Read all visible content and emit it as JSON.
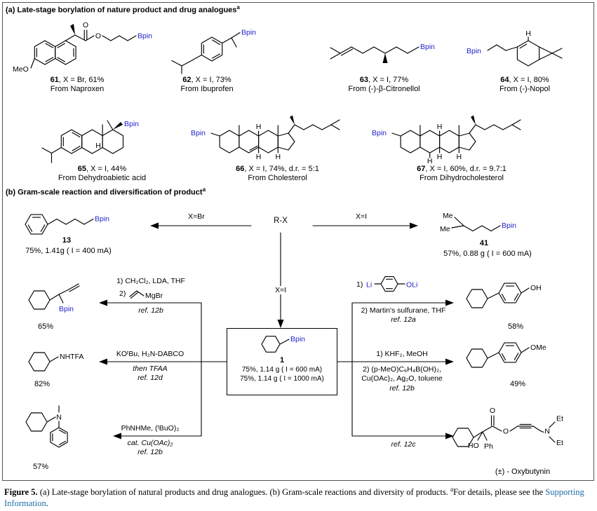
{
  "colors": {
    "bpin_blue": "#2222cc",
    "link_blue": "#1e6fa8"
  },
  "atoms": {
    "bpin": "Bpin",
    "meo": "MeO",
    "o": "O",
    "h": "H",
    "me": "Me",
    "n": "N",
    "et": "Et",
    "ph": "Ph",
    "ho": "HO",
    "oh": "OH",
    "ome": "OMe",
    "nhtfa": "NHTFA",
    "li": "Li",
    "oli": "OLi",
    "mgbr": "MgBr"
  },
  "panel_a": {
    "header": "(a) Late-stage borylation of nature product and drug analogues",
    "header_sup": "a",
    "compounds": [
      {
        "num": "61",
        "rest": ", X = Br, 61%",
        "source": "From Naproxen"
      },
      {
        "num": "62",
        "rest": ", X = I, 73%",
        "source": "From Ibuprofen"
      },
      {
        "num": "63",
        "rest": ", X = I, 77%",
        "source": "From (-)-β-Citronellol"
      },
      {
        "num": "64",
        "rest": ", X = I, 80%",
        "source": "From (-)-Nopol"
      },
      {
        "num": "65",
        "rest": ", X = I, 44%",
        "source": "From Dehydroabietic acid"
      },
      {
        "num": "66",
        "rest": ", X = I, 74%, d.r. = 5:1",
        "source": "From Cholesterol"
      },
      {
        "num": "67",
        "rest": ", X = I, 60%, d.r. = 9.7:1",
        "source": "From Dihydrocholesterol"
      }
    ]
  },
  "panel_b": {
    "header": "(b) Gram-scale reaction and diversification of product",
    "header_sup": "a",
    "center_label": "R-X",
    "arrow_left_label": "X=Br",
    "arrow_right_label": "X=I",
    "arrow_down_label": "X=I",
    "c13": {
      "num": "13",
      "yield": "75%, 1.41g ( I = 400 mA)"
    },
    "c41": {
      "num": "41",
      "yield": "57%, 0.88 g ( I = 600 mA)"
    },
    "c1": {
      "num": "1",
      "yield1": "75%, 1.14 g ( I = 600 mA)",
      "yield2": "75%, 1.14 g ( I = 1000 mA)"
    },
    "left": [
      {
        "l1": "1) CH₂Cl₂, LDA, THF",
        "l2": "2)",
        "ref": "ref. 12b",
        "yield": "65%"
      },
      {
        "l1": "KOᵗBu, H₂N-DABCO",
        "l2": "then TFAA",
        "ref": "ref. 12d",
        "yield": "82%"
      },
      {
        "l1": "PhNHMe, (ᵗBuO)₂",
        "l2": "cat. Cu(OAc)₂",
        "ref": "ref. 12b",
        "yield": "57%"
      }
    ],
    "right": [
      {
        "l1": "1)",
        "l2": "2) Martin's sulfurane, THF",
        "ref": "ref. 12a",
        "yield": "58%"
      },
      {
        "l1": "1) KHF₂, MeOH",
        "l2": "2) (p-MeO)C₆H₄B(OH)₂,",
        "l3": "Cu(OAc)₂, Ag₂O, toluene",
        "ref": "ref. 12b",
        "yield": "49%"
      },
      {
        "ref": "ref. 12c",
        "product": "(±) - Oxybutynin"
      }
    ]
  },
  "caption": {
    "label": "Figure 5.",
    "text1": " (a) Late-stage borylation of natural products and drug analogues. (b) Gram-scale reactions and diversity of products. ",
    "sup": "a",
    "text2": "For details, please see the ",
    "link": "Supporting Information",
    "text3": "."
  }
}
